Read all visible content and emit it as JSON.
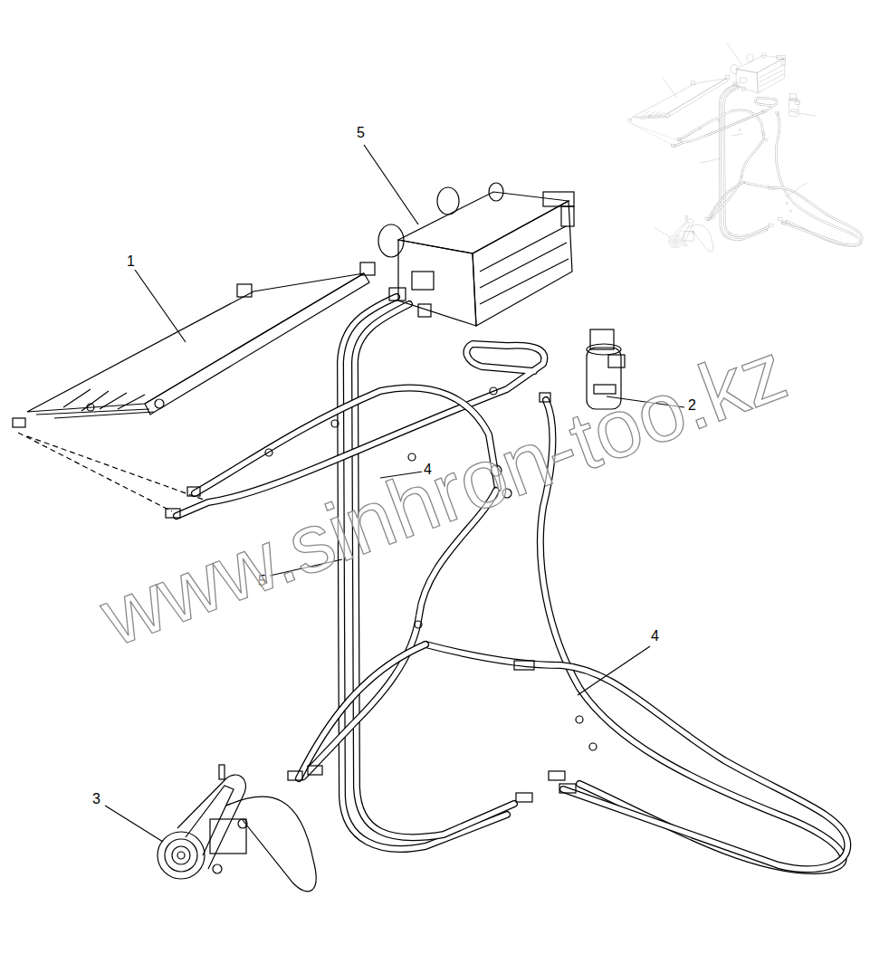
{
  "diagram": {
    "labels": [
      "5",
      "1",
      "2",
      "4",
      "5",
      "4",
      "3",
      "www.sinhron-too.kz"
    ]
  }
}
